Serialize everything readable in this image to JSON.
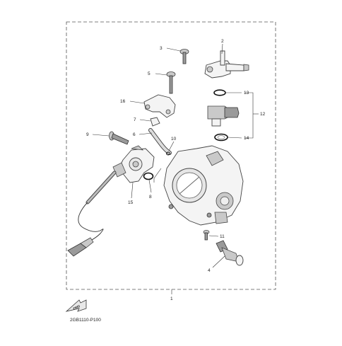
{
  "diagram": {
    "part_code": "2GB1110-P100",
    "fwd_label": "FWD",
    "callouts": [
      {
        "id": "1",
        "label": "1"
      },
      {
        "id": "2",
        "label": "2"
      },
      {
        "id": "3",
        "label": "3"
      },
      {
        "id": "4",
        "label": "4"
      },
      {
        "id": "5",
        "label": "5"
      },
      {
        "id": "6",
        "label": "6"
      },
      {
        "id": "7",
        "label": "7"
      },
      {
        "id": "8",
        "label": "8"
      },
      {
        "id": "9",
        "label": "9"
      },
      {
        "id": "10",
        "label": "10"
      },
      {
        "id": "11",
        "label": "11"
      },
      {
        "id": "12",
        "label": "12"
      },
      {
        "id": "13",
        "label": "13"
      },
      {
        "id": "14",
        "label": "14"
      },
      {
        "id": "15",
        "label": "15"
      },
      {
        "id": "16",
        "label": "16"
      }
    ]
  }
}
